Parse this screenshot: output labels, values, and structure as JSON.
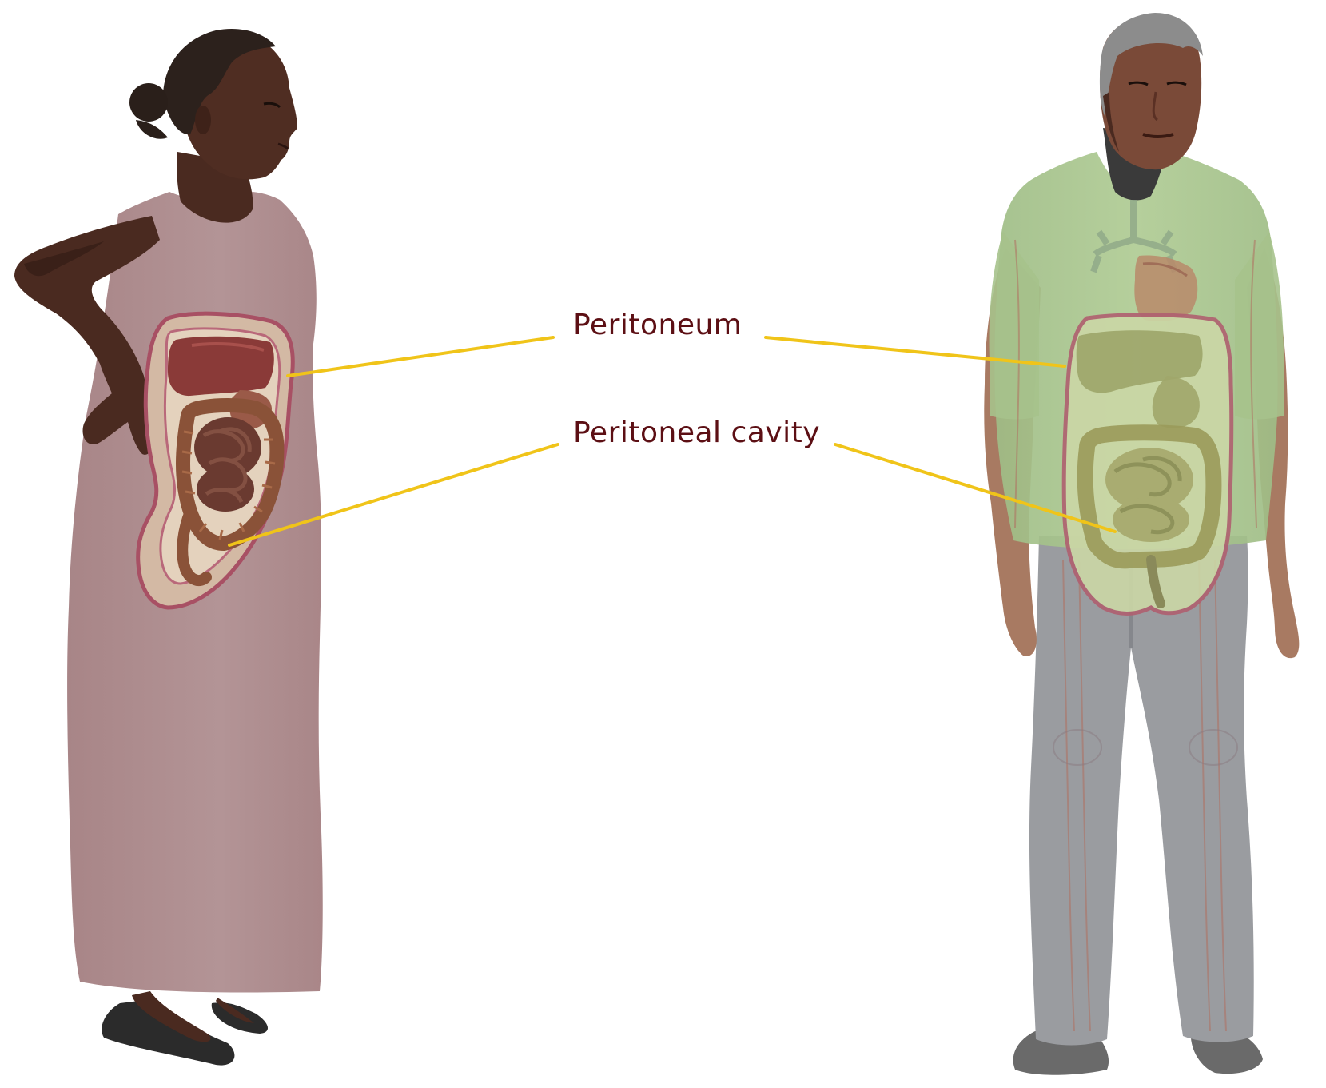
{
  "labels": {
    "peritoneum": "Peritoneum",
    "peritoneal_cavity": "Peritoneal cavity"
  },
  "colors": {
    "label_text": "#5c0f14",
    "leader_line": "#f0c419",
    "woman_skin": "#4a2a20",
    "woman_dress": "#b09092",
    "man_skin": "#8a5a48",
    "man_shirt": "#a8c48c",
    "man_trousers": "#9a9ca0",
    "peritoneum_outline": "#a85064",
    "organ_liver": "#8a3a38",
    "organ_intestine": "#7a4a34"
  },
  "figures": {
    "left": "woman-profile-figure",
    "right": "man-front-figure"
  }
}
